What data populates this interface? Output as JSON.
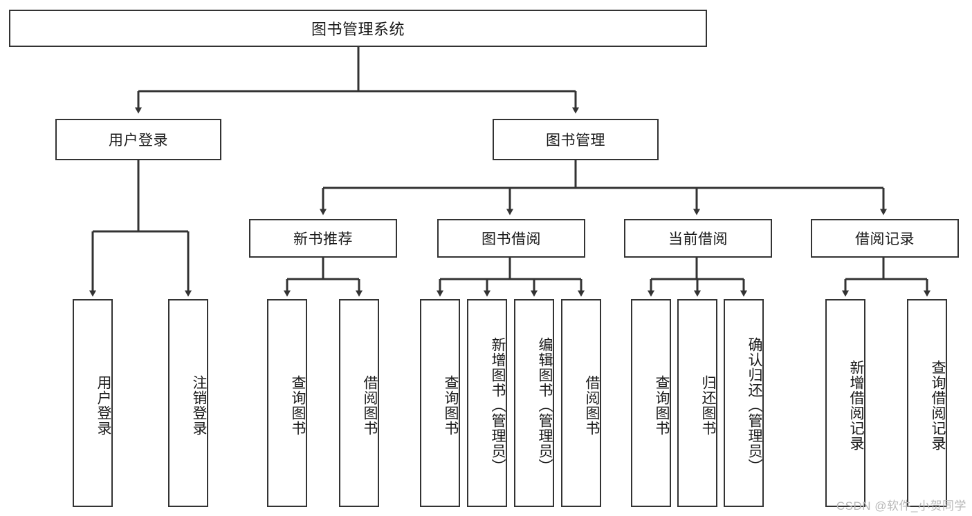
{
  "diagram": {
    "title": "图书管理系统",
    "type": "hierarchy-tree",
    "colors": {
      "line": "#333333",
      "box_border": "#333333",
      "box_fill": "#ffffff",
      "text": "#1a1a1a",
      "watermark": "#b8b8b8",
      "background": "#ffffff"
    },
    "root": {
      "label": "图书管理系统"
    },
    "level1": [
      {
        "label": "用户登录"
      },
      {
        "label": "图书管理"
      }
    ],
    "level2": [
      {
        "label": "新书推荐"
      },
      {
        "label": "图书借阅"
      },
      {
        "label": "当前借阅"
      },
      {
        "label": "借阅记录"
      }
    ],
    "leaves": {
      "user_login": [
        {
          "label": "用户登录"
        },
        {
          "label": "注销登录"
        }
      ],
      "new_book_recommend": [
        {
          "label": "查询图书"
        },
        {
          "label": "借阅图书"
        }
      ],
      "book_borrow": [
        {
          "label": "查询图书"
        },
        {
          "label": "新增图书（管理员）"
        },
        {
          "label": "编辑图书（管理员）"
        },
        {
          "label": "借阅图书"
        }
      ],
      "current_borrow": [
        {
          "label": "查询图书"
        },
        {
          "label": "归还图书"
        },
        {
          "label": "确认归还（管理员）"
        }
      ],
      "borrow_record": [
        {
          "label": "新增借阅记录"
        },
        {
          "label": "查询借阅记录"
        }
      ]
    },
    "watermark": "CSDN @软件_小贺同学"
  }
}
